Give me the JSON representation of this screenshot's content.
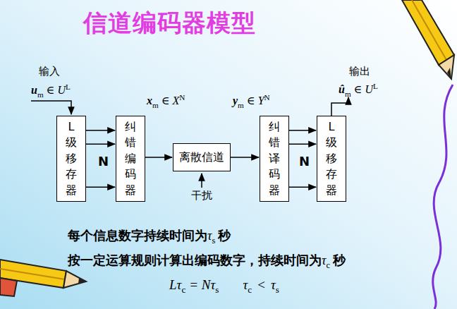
{
  "diagram": {
    "title": "信道编码器模型",
    "nodes": [
      {
        "text": [
          "L级移存器"
        ]
      },
      {
        "text": [
          "纠错编码器"
        ]
      },
      {
        "text": [
          "离散信道"
        ]
      },
      {
        "text": [
          "纠错译码器"
        ]
      },
      {
        "text": [
          "L级移存器"
        ]
      }
    ],
    "edges": [
      {
        "from": 0,
        "to": 1,
        "arrow": "to"
      },
      {
        "from": 0,
        "to": 1,
        "arrow": "to"
      },
      {
        "from": 0,
        "to": 1,
        "arrow": "to"
      },
      {
        "from": 1,
        "to": 2,
        "arrow": "to"
      },
      {
        "from": 2,
        "to": 3,
        "arrow": "to"
      },
      {
        "from": 3,
        "to": 4,
        "arrow": "to"
      },
      {
        "from": 3,
        "to": 4,
        "arrow": "to"
      },
      {
        "from": 3,
        "to": 4,
        "arrow": "to"
      }
    ],
    "labels": [
      "输入",
      "u",
      "m",
      "∈ U",
      "L",
      "x",
      "m",
      "∈ X",
      "N",
      "y",
      "m",
      "∈ Y",
      "N",
      "输出",
      "û",
      "m",
      "∈ U",
      "L",
      "N",
      "N",
      "干扰",
      "每个信息数字持续时间为",
      "τ",
      "s",
      "秒",
      "按一定运算规则计算出编码数字，持续时间为",
      "τ",
      "c",
      "秒",
      "L",
      "τ",
      "c",
      "= N",
      "τ",
      "s",
      "τ",
      "c",
      "<",
      "τ",
      "s"
    ]
  }
}
